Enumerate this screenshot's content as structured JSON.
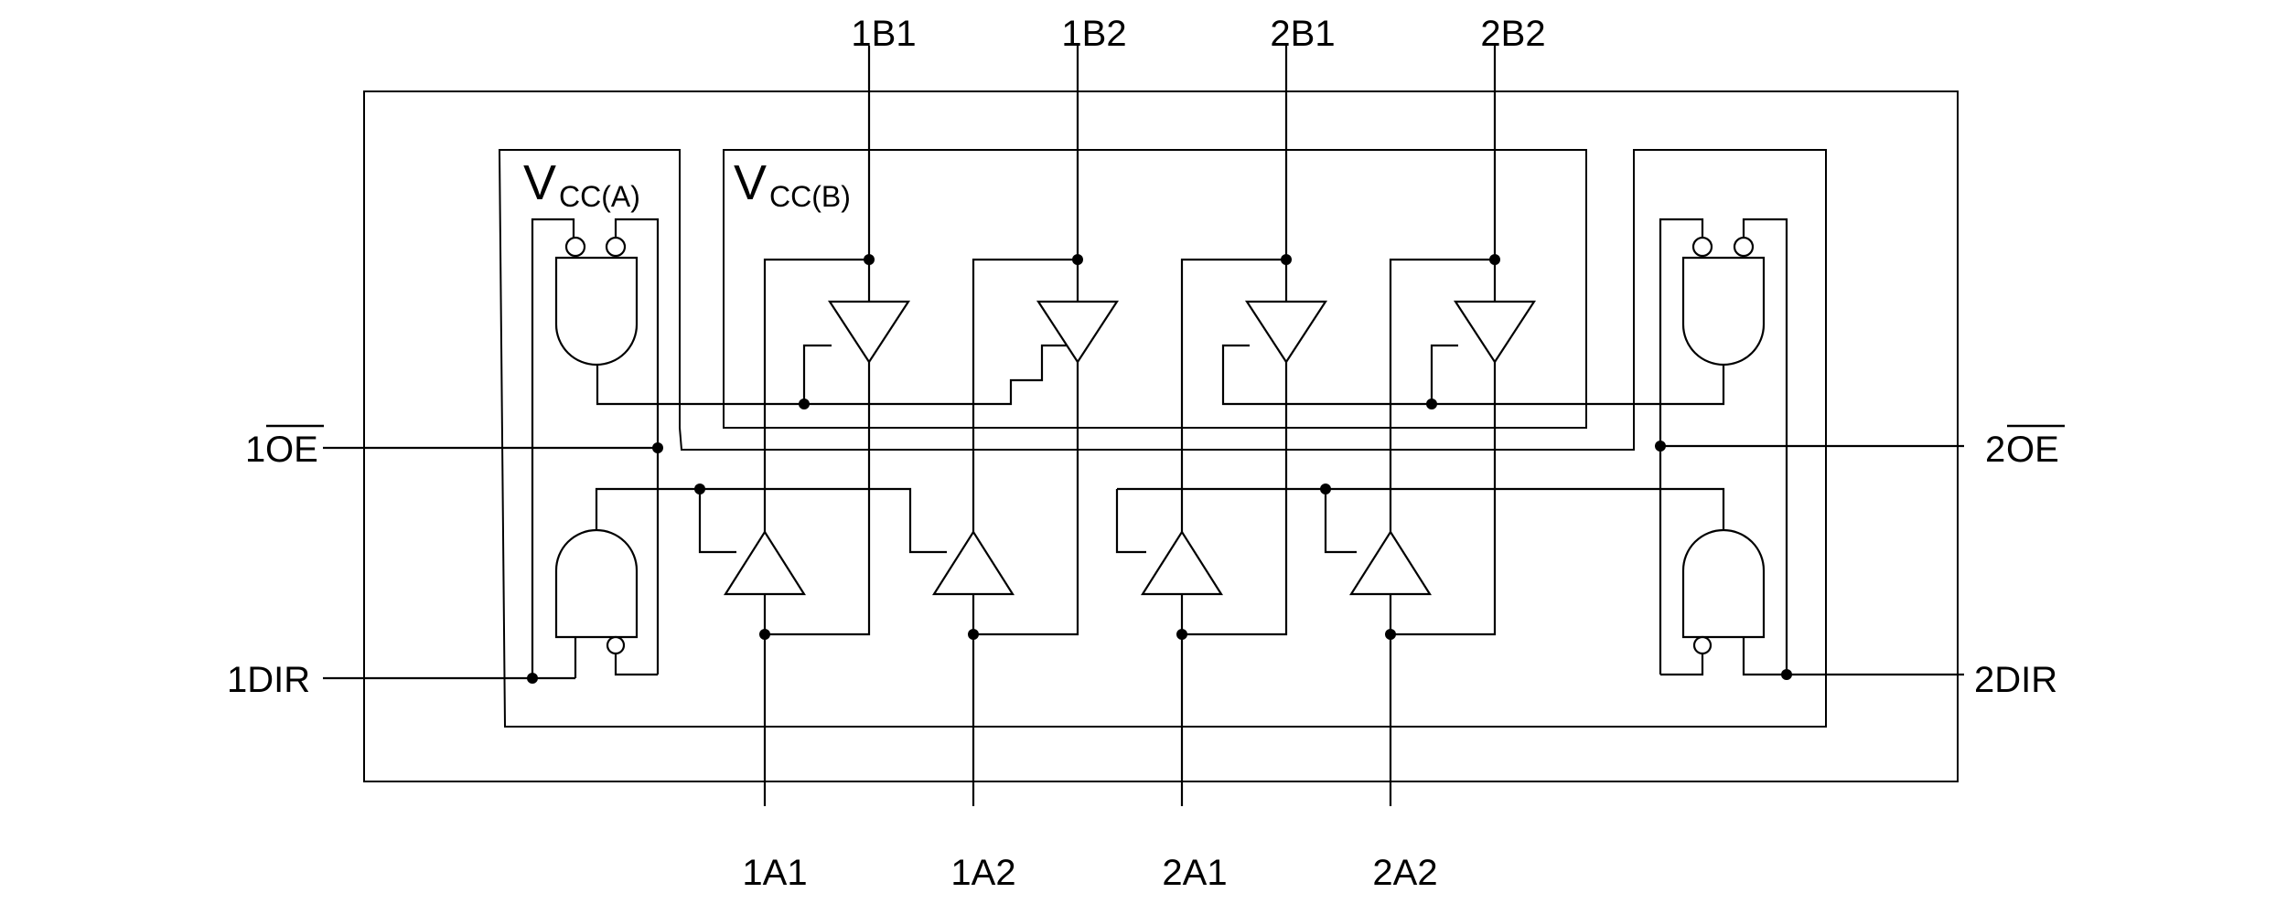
{
  "pins": {
    "top": [
      "1B1",
      "1B2",
      "2B1",
      "2B2"
    ],
    "bottom": [
      "1A1",
      "1A2",
      "2A1",
      "2A2"
    ],
    "oe1_prefix": "1",
    "oe1_bar": "OE",
    "oe2_prefix": "2",
    "oe2_bar": "OE",
    "dir1": "1DIR",
    "dir2": "2DIR"
  },
  "supplies": {
    "vcca_main": "V",
    "vcca_sub": "CC(A)",
    "vccb_main": "V",
    "vccb_sub": "CC(B)"
  }
}
